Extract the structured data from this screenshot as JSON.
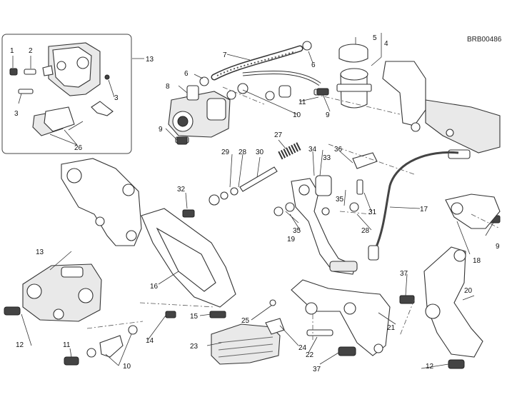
{
  "diagram": {
    "code": "BRB00486",
    "callouts": [
      "1",
      "2",
      "3",
      "3",
      "4",
      "5",
      "6",
      "6",
      "7",
      "8",
      "9",
      "9",
      "9",
      "10",
      "10",
      "11",
      "11",
      "12",
      "12",
      "13",
      "13",
      "14",
      "15",
      "16",
      "17",
      "18",
      "19",
      "20",
      "21",
      "22",
      "23",
      "24",
      "25",
      "26",
      "27",
      "28",
      "28",
      "29",
      "30",
      "31",
      "32",
      "33",
      "34",
      "35",
      "35",
      "36",
      "37",
      "37"
    ]
  }
}
